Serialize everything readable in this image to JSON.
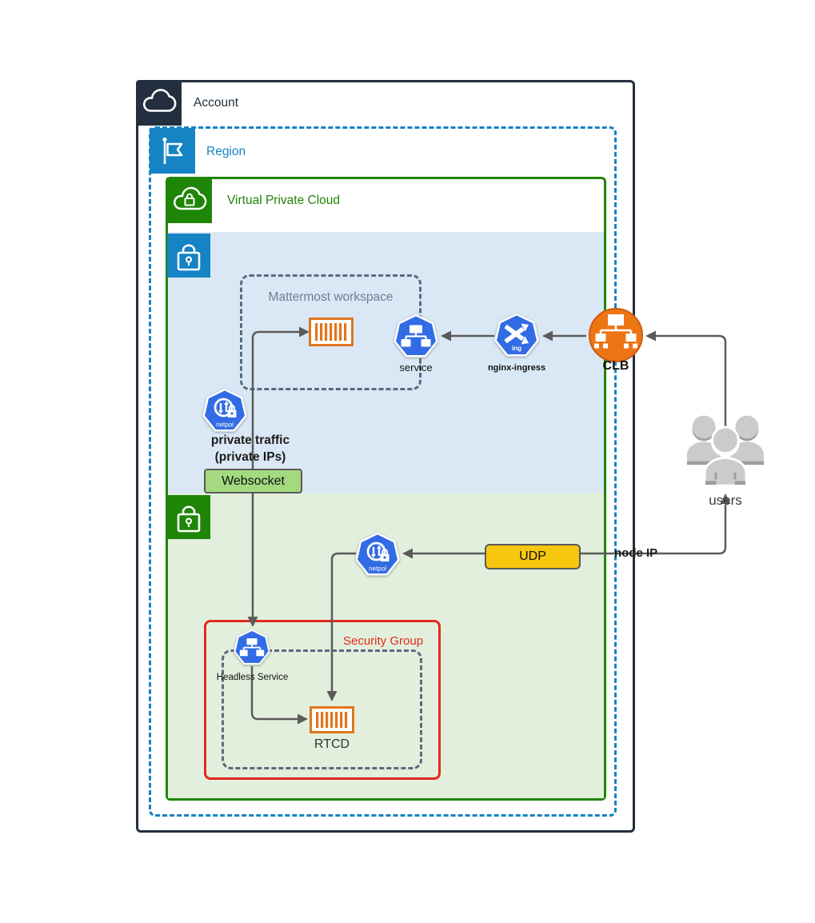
{
  "account": {
    "label": "Account"
  },
  "region": {
    "label": "Region"
  },
  "vpc": {
    "label": "Virtual Private Cloud"
  },
  "workspace": {
    "label": "Mattermost workspace"
  },
  "security_group": {
    "label": "Security Group"
  },
  "nodes": {
    "service": {
      "label": "service"
    },
    "nginx_ingress": {
      "label": "nginx-ingress",
      "badge": "ing"
    },
    "clb": {
      "label": "CLB"
    },
    "netpol_badge": "netpol",
    "headless_service": {
      "label": "Headless Service"
    },
    "rtcd": {
      "label": "RTCD"
    },
    "users": {
      "label": "users"
    }
  },
  "edges": {
    "private_traffic": {
      "line1": "private traffic",
      "line2": "(private IPs)"
    },
    "websocket": {
      "label": "Websocket"
    },
    "udp": {
      "label": "UDP"
    },
    "node_ip": {
      "label": "node IP"
    }
  },
  "icons": {
    "account": "cloud-icon",
    "region": "flag-icon",
    "vpc": "cloud-lock-icon",
    "subnet": "lock-icon",
    "kubernetes_node": "heptagon-icon",
    "container": "striped-container-icon",
    "clb": "load-balancer-tree-icon",
    "users": "user-group-icon"
  },
  "colors": {
    "account_border": "#232f3e",
    "region_blue": "#1583c4",
    "vpc_green": "#1f8506",
    "subnet_blue_fill": "#dae8f5",
    "subnet_green_fill": "#e2efdc",
    "k8s_blue": "#326ce5",
    "container_orange": "#e0761d",
    "clb_orange": "#ed7514",
    "security_group_red": "#e12a1c",
    "websocket_fill": "#a3d97f",
    "udp_fill": "#f7c60e",
    "connector_gray": "#5b5b5b",
    "dashed_slate": "#5a6b7d",
    "users_gray": "#cbcbcb"
  }
}
